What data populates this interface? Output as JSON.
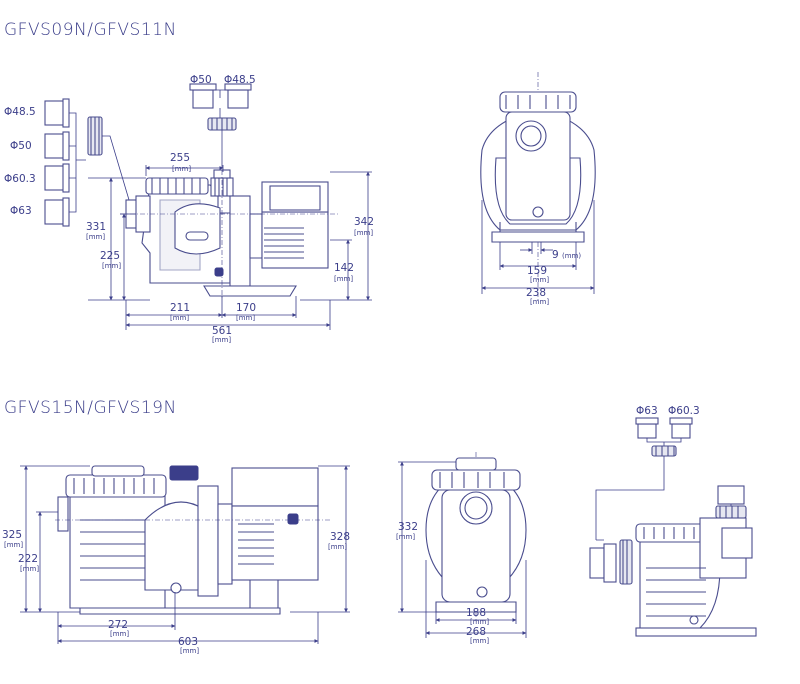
{
  "sections": [
    {
      "title": "GFVS09N/GFVS11N"
    },
    {
      "title": "GFVS15N/GFVS19N"
    }
  ],
  "unit": "[mm]",
  "top_side": {
    "fittings": [
      "Φ48.5",
      "Φ50",
      "Φ60.3",
      "Φ63"
    ],
    "outlet_fittings": [
      "Φ50",
      "Φ48.5"
    ],
    "dims": {
      "d255": "255",
      "d331": "331",
      "d225": "225",
      "d342": "342",
      "d142": "142",
      "d211": "211",
      "d170": "170",
      "d561": "561"
    }
  },
  "top_front": {
    "dims": {
      "d9": "9",
      "d9_unit": "(mm)",
      "d159": "159",
      "d238": "238"
    }
  },
  "bottom_side": {
    "dims": {
      "d325": "325",
      "d222": "222",
      "d328": "328",
      "d272": "272",
      "d603": "603"
    }
  },
  "bottom_front": {
    "dims": {
      "d332": "332",
      "d188": "188",
      "d268": "268"
    }
  },
  "bottom_exploded": {
    "fittings": [
      "Φ63",
      "Φ60.3"
    ]
  },
  "colors": {
    "line": "#3b3e8a",
    "fill": "#e6e7f1"
  }
}
